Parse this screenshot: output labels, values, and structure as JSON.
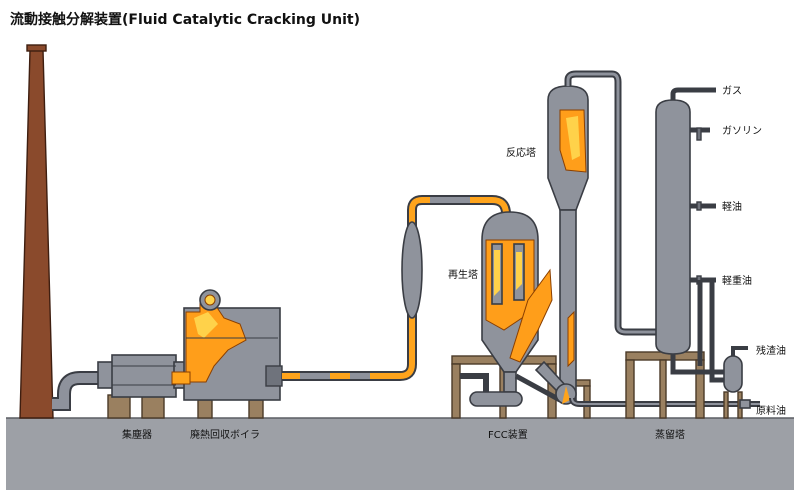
{
  "title": "流動接触分解装置(Fluid Catalytic Cracking Unit)",
  "labels": {
    "dust_collector": "集塵器",
    "waste_heat_boiler": "廃熱回収ボイラ",
    "fcc_unit": "FCC装置",
    "distillation_tower": "蒸留塔",
    "regenerator": "再生塔",
    "reactor": "反応塔",
    "gas": "ガス",
    "gasoline": "ガソリン",
    "light_oil": "軽油",
    "light_heavy_oil": "軽重油",
    "residual_oil": "残渣油",
    "feed_oil": "原料油"
  },
  "colors": {
    "vessel": "#8f939c",
    "pipe": "#3a3d44",
    "flow_highlight": "#ffa41c",
    "fire": "#ff9e1a",
    "ground": "#9da0a6",
    "chimney": "#8a4a2c",
    "support_frame": "#9a8060"
  }
}
